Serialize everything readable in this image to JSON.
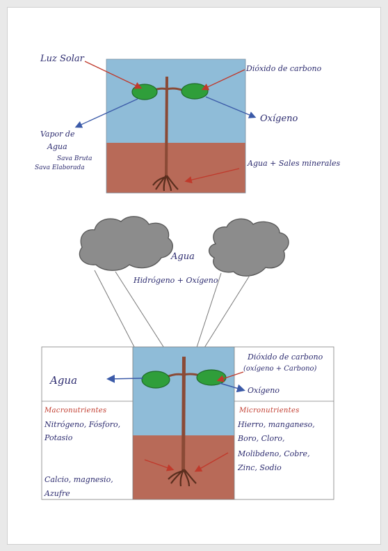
{
  "top_diagram": {
    "luz_solar": "Luz Solar",
    "dioxido": "Dióxido de carbono",
    "oxigeno": "Oxígeno",
    "vapor_line1": "Vapor de",
    "vapor_line2": "Agua",
    "savia_line1": "Sava Bruta",
    "savia_line2": "Sava Elaborada",
    "agua_sales": "Agua + Sales minerales"
  },
  "clouds": {
    "agua": "Agua",
    "hidrogeno": "Hidrógeno + Oxígeno"
  },
  "bottom_diagram": {
    "dioxido_line1": "Dióxido de carbono",
    "dioxido_line2": "(oxígeno + Carbono)",
    "oxigeno": "Oxígeno",
    "agua": "Agua",
    "macro_title": "Macronutrientes",
    "macro_line1": "Nitrógeno, Fósforo,",
    "macro_line2": "Potasio",
    "macro_line3": "Calcio, magnesio,",
    "macro_line4": "Azufre",
    "micro_title": "Micronutrientes",
    "micro_line1": "Hierro, manganeso,",
    "micro_line2": "Boro, Cloro,",
    "micro_line3": "Molibdeno, Cobre,",
    "micro_line4": "Zinc, Sodio"
  },
  "colors": {
    "sky": "#8fbcd8",
    "soil": "#b86a58",
    "leaf": "#2f9e3a",
    "stem": "#8a4a36",
    "cloud": "#8c8c8c",
    "arrow_red": "#c0392b",
    "arrow_blue": "#3b5aa8",
    "ink": "#2b2a6e"
  }
}
